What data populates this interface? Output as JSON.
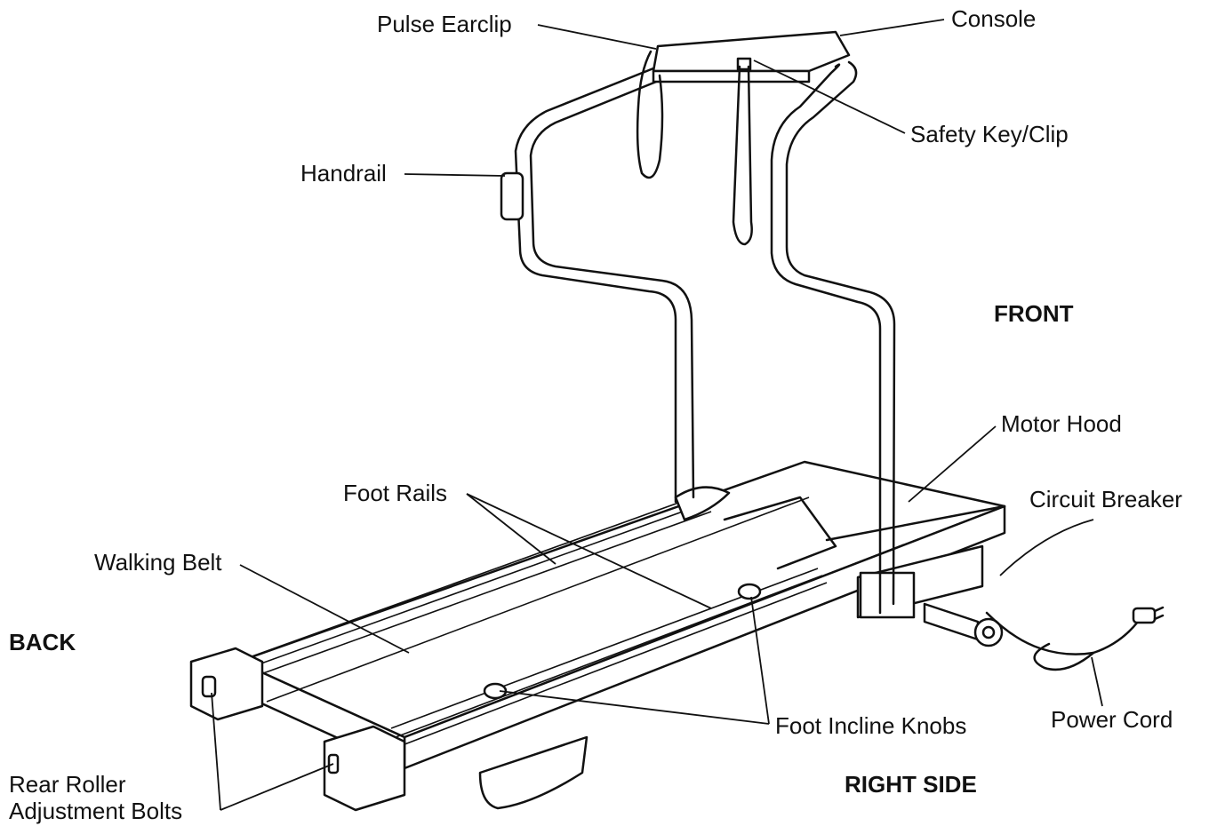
{
  "labels": {
    "pulse_earclip": "Pulse Earclip",
    "console": "Console",
    "safety_key": "Safety Key/Clip",
    "handrail": "Handrail",
    "front": "FRONT",
    "motor_hood": "Motor Hood",
    "circuit_breaker": "Circuit Breaker",
    "foot_rails": "Foot Rails",
    "walking_belt": "Walking Belt",
    "back": "BACK",
    "foot_incline_knobs": "Foot Incline Knobs",
    "power_cord": "Power Cord",
    "rear_roller_line1": "Rear Roller",
    "rear_roller_line2": "Adjustment Bolts",
    "right_side": "RIGHT SIDE"
  }
}
